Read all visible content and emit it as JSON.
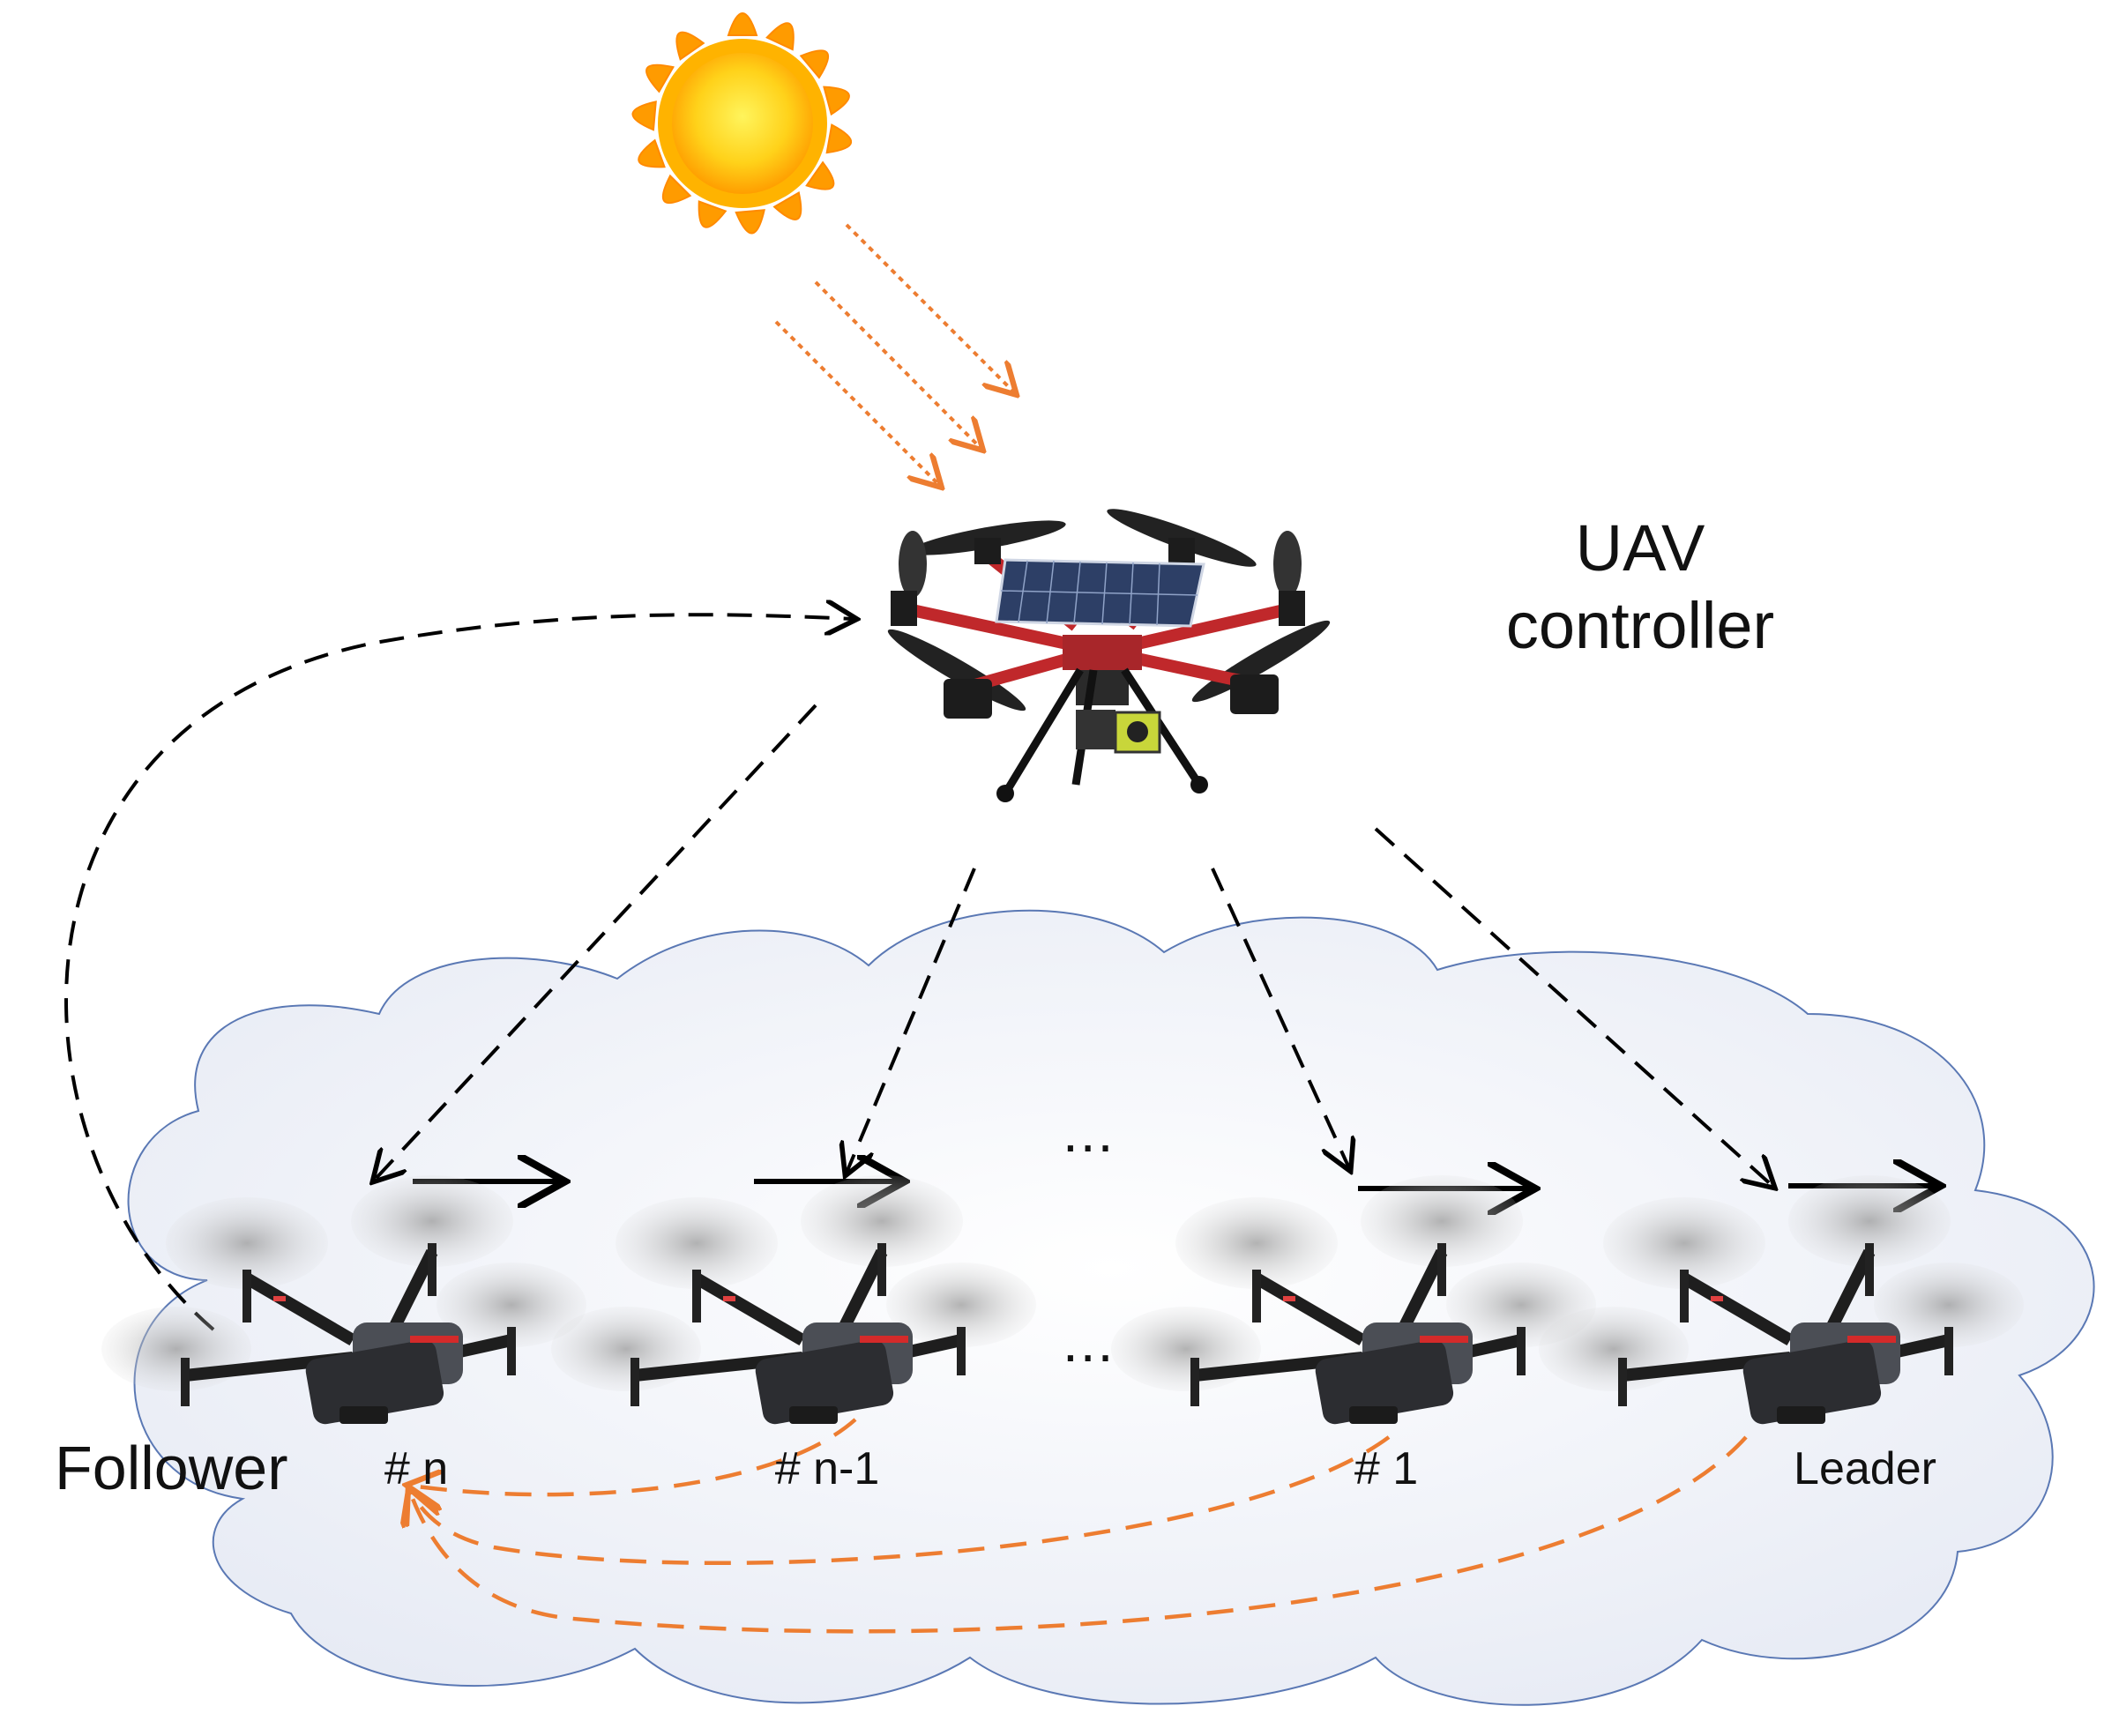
{
  "controller": {
    "line1": "UAV",
    "line2": "controller"
  },
  "follower_label": "Follower",
  "drone_labels": [
    "# n",
    "# n-1",
    "# 1",
    "Leader"
  ],
  "ellipsis_top": "...",
  "ellipsis_bottom": "...",
  "colors": {
    "cloud_fill": "#eef1f8",
    "cloud_stroke": "#5a78b4",
    "black_link": "#000000",
    "orange_link": "#ed7d31",
    "sun": "#ffb000"
  },
  "icons": [
    "sun-icon",
    "hexacopter-icon",
    "quadcopter-icon"
  ]
}
